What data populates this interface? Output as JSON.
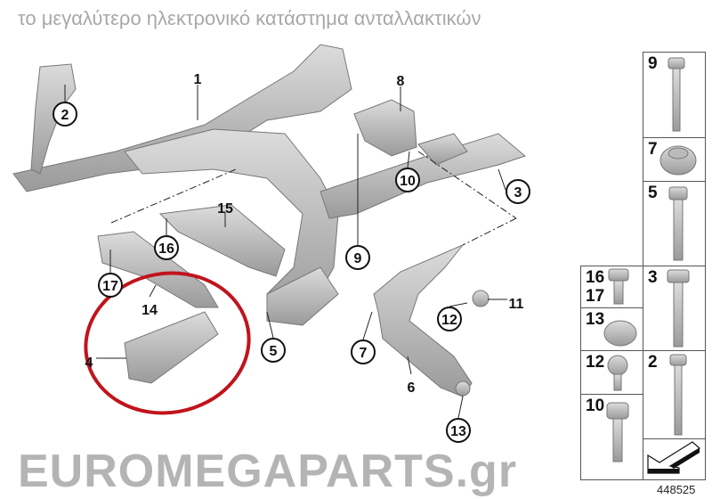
{
  "diagram": {
    "diagram_number": "448525",
    "watermark": {
      "brand": "EUROMEGAPARTS.gr",
      "slogan": "το μεγαλύτερο ηλεκτρονικό κατάστημα ανταλλακτικών"
    },
    "callouts": [
      "1",
      "2",
      "3",
      "4",
      "5",
      "6",
      "7",
      "8",
      "9",
      "10",
      "11",
      "12",
      "13",
      "14",
      "15",
      "16",
      "17"
    ],
    "highlight_color": "#c0141c",
    "parts_table": {
      "right_column": [
        "9",
        "7",
        "5",
        "3",
        "2"
      ],
      "left_column": [
        [
          "16",
          "17"
        ],
        [
          "13"
        ],
        [
          "12"
        ],
        [
          "10"
        ]
      ]
    }
  }
}
